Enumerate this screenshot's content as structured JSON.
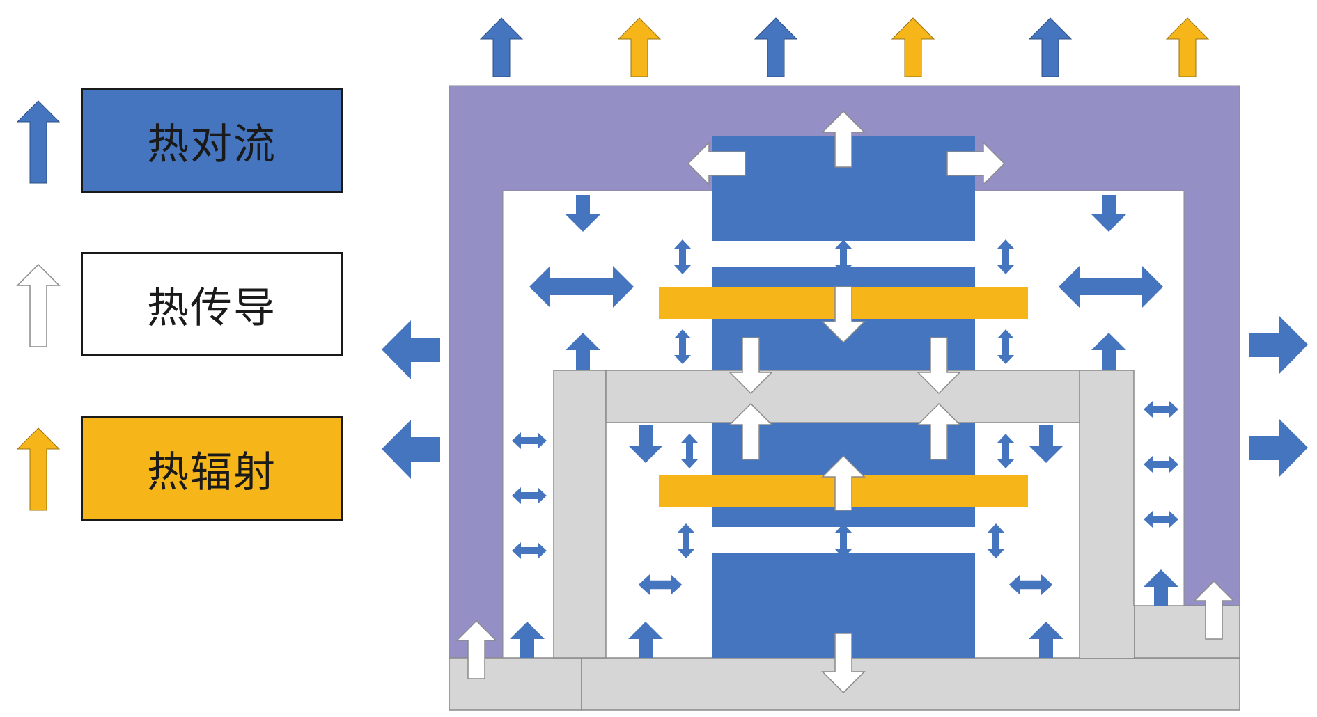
{
  "legend": {
    "items": [
      {
        "key": "convection",
        "label": "热对流",
        "color": "#4475BE"
      },
      {
        "key": "conduction",
        "label": "热传导",
        "color": "#FFFFFF"
      },
      {
        "key": "radiation",
        "label": "热辐射",
        "color": "#F6B518"
      }
    ]
  },
  "colors": {
    "convection": "#4475BE",
    "radiation": "#F6B518",
    "housing": "#9490C6",
    "base": "#D6D6D6",
    "outline": "#8A8A8A"
  }
}
